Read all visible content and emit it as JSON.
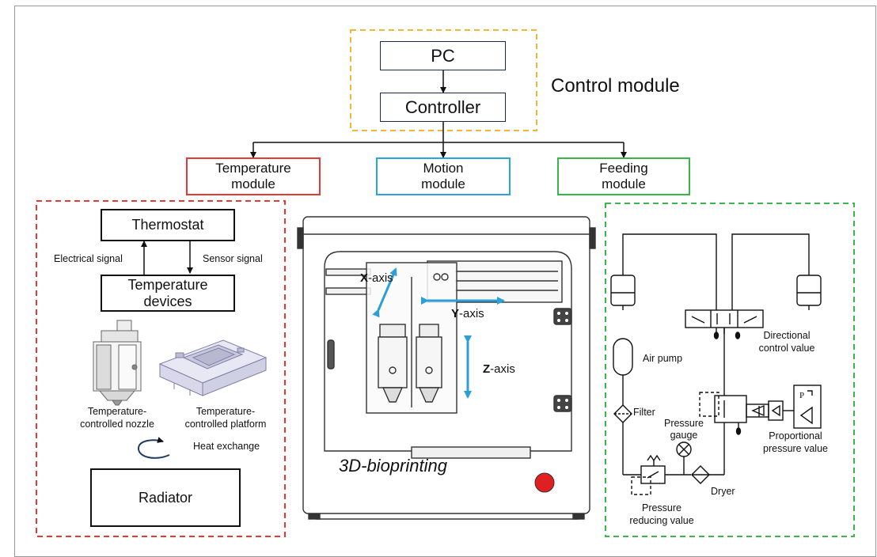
{
  "control": {
    "pc": "PC",
    "controller": "Controller",
    "module_label": "Control module"
  },
  "modules": {
    "temperature": [
      "Temperature",
      "module"
    ],
    "motion": [
      "Motion",
      "module"
    ],
    "feeding": [
      "Feeding",
      "module"
    ]
  },
  "temperature_panel": {
    "thermostat": "Thermostat",
    "devices": [
      "Temperature",
      "devices"
    ],
    "electrical_signal": "Electrical signal",
    "sensor_signal": "Sensor signal",
    "nozzle": [
      "Temperature-",
      "controlled nozzle"
    ],
    "platform": [
      "Temperature-",
      "controlled platform"
    ],
    "heat_exchange": "Heat exchange",
    "radiator": "Radiator"
  },
  "motion_panel": {
    "x_axis": {
      "bold": "X",
      "rest": "-axis"
    },
    "y_axis": {
      "bold": "Y",
      "rest": "-axis"
    },
    "z_axis": {
      "bold": "Z",
      "rest": "-axis"
    },
    "title": "3D-bioprinting"
  },
  "feeding_panel": {
    "directional": [
      "Directional",
      "control value"
    ],
    "air_pump": "Air pump",
    "filter": "Filter",
    "pressure_gauge": [
      "Pressure",
      "gauge"
    ],
    "proportional": [
      "Proportional",
      "pressure value"
    ],
    "dryer": "Dryer",
    "reducing": [
      "Pressure",
      "reducing value"
    ]
  },
  "colors": {
    "control_border": "#f2b632",
    "temperature_border": "#e53935",
    "motion_border": "#29a3e3",
    "feeding_border": "#39b54a",
    "axis_arrow": "#2b9fd8",
    "button_red": "#e02020"
  }
}
